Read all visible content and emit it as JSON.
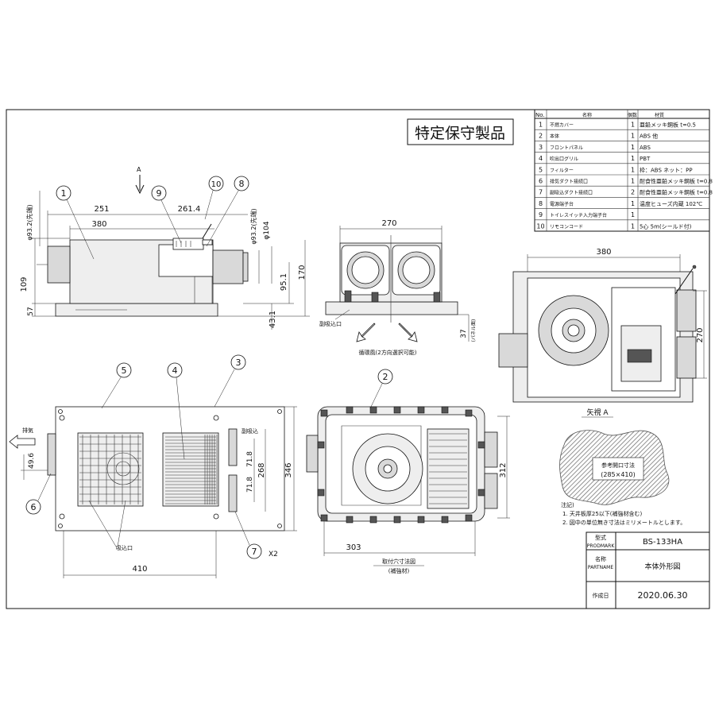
{
  "stamp": "特定保守製品",
  "parts_table": {
    "headers": {
      "no": "No.",
      "name": "名称",
      "qty": "個数",
      "material": "材質"
    },
    "rows": [
      {
        "no": "1",
        "name": "不燃カバー",
        "qty": "1",
        "material": "亜鉛メッキ鋼板 t=0.5"
      },
      {
        "no": "2",
        "name": "本体",
        "qty": "1",
        "material": "ABS 他"
      },
      {
        "no": "3",
        "name": "フロントパネル",
        "qty": "1",
        "material": "ABS"
      },
      {
        "no": "4",
        "name": "吹出口グリル",
        "qty": "1",
        "material": "PBT"
      },
      {
        "no": "5",
        "name": "フィルター",
        "qty": "1",
        "material": "枠：ABS ネット：PP"
      },
      {
        "no": "6",
        "name": "排気ダクト接続口",
        "qty": "1",
        "material": "耐食性亜鉛メッキ鋼板 t=0.8"
      },
      {
        "no": "7",
        "name": "副吸込ダクト接続口",
        "qty": "2",
        "material": "耐食性亜鉛メッキ鋼板 t=0.8"
      },
      {
        "no": "8",
        "name": "電源端子台",
        "qty": "1",
        "material": "温度ヒューズ内蔵 102℃"
      },
      {
        "no": "9",
        "name": "トイレスイッチ入力端子台",
        "qty": "1",
        "material": ""
      },
      {
        "no": "10",
        "name": "リモコンコード",
        "qty": "1",
        "material": "5心 5m(シールド付)"
      }
    ]
  },
  "side_view": {
    "arrow_label": "A",
    "dims": {
      "d251": "251",
      "d380": "380",
      "d2614": "261.4",
      "d109": "109",
      "d57": "57",
      "d170": "170",
      "d951": "95.1",
      "d431": "43.1",
      "phi932_left": "φ93.2(先端)",
      "phi932_right": "φ93.2(先端)",
      "phi104": "φ104"
    },
    "balloons": {
      "b1": "1",
      "b9": "9",
      "b10": "10",
      "b8": "8"
    }
  },
  "front_view": {
    "dims": {
      "d270": "270",
      "d37": "37"
    },
    "panel_side": "(パネル面)",
    "sub_intake": "副吸込口",
    "circulation": "循環風(2方向選択可能)"
  },
  "arrow_view": {
    "dims": {
      "d380": "380",
      "d270": "270"
    },
    "caption": "矢視 A"
  },
  "bottom_view": {
    "balloons": {
      "b5": "5",
      "b4": "4",
      "b3": "3",
      "b6": "6",
      "b7": "7"
    },
    "x2": "X2",
    "exhaust": "排気",
    "sub_intake": "副吸込",
    "intake": "吸込口",
    "dims": {
      "d496": "49.6",
      "d718a": "71.8",
      "d718b": "71.8",
      "d268": "268",
      "d346": "346",
      "d410": "410"
    }
  },
  "install_view": {
    "balloon": "2",
    "dims": {
      "d312": "312",
      "d303": "303"
    },
    "caption1": "取付穴寸法図",
    "caption2": "(補強材)"
  },
  "opening": {
    "label1": "参考開口寸法",
    "label2": "(285×410)"
  },
  "notes": {
    "title": "注記)",
    "n1": "1. 天井板厚25以下(補強材含む)",
    "n2": "2. 図中の単位無き寸法はミリメートルとします。"
  },
  "title_block": {
    "model_label_jp": "型式",
    "model_label_en": "PRODMARK",
    "model_value": "BS-133HA",
    "name_label_jp": "名称",
    "name_label_en": "PARTNAME",
    "name_value": "本体外形図",
    "date_label": "作成日",
    "date_value": "2020.06.30"
  }
}
